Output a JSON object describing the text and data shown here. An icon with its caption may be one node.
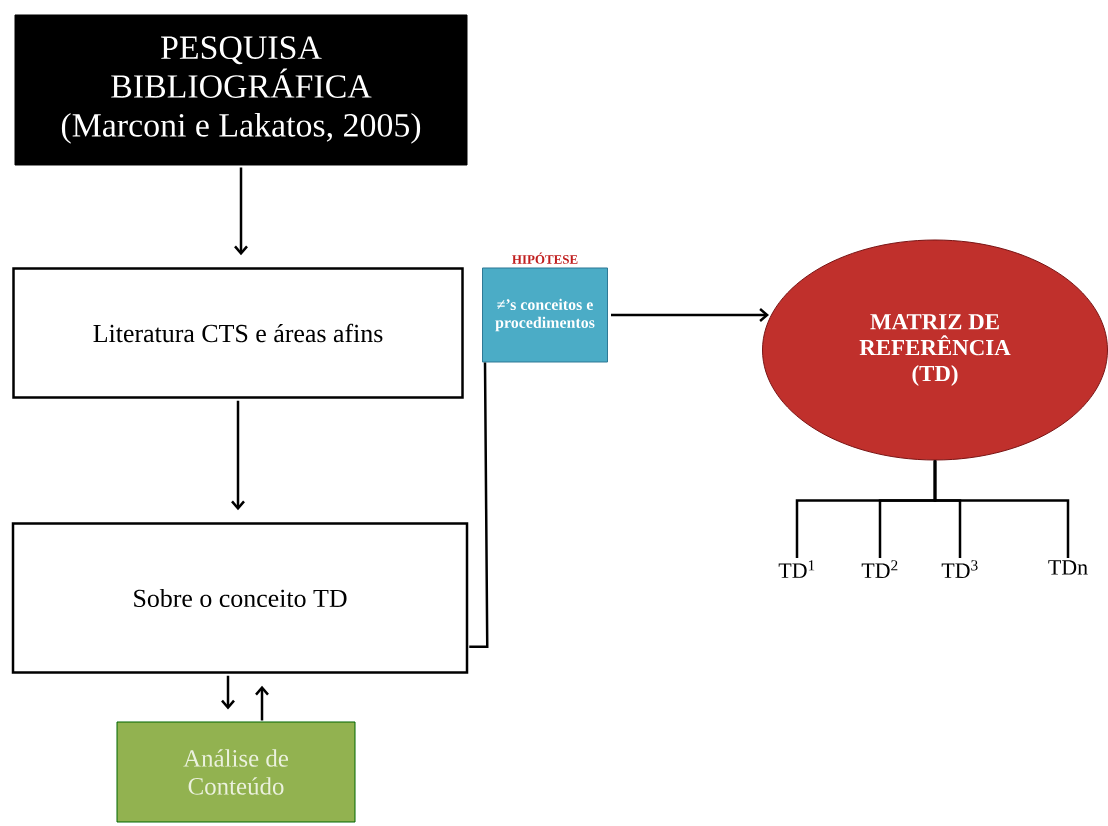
{
  "diagram": {
    "nodes": [
      {
        "text": [
          "PESQUISA BIBLIOGRÁFICA (Marconi e Lakatos, 2005)"
        ]
      },
      {
        "text": [
          "Literatura CTS e áreas afins"
        ]
      },
      {
        "text": [
          "Sobre o conceito TD"
        ]
      },
      {
        "text": [
          "Análise de Conteúdo"
        ]
      },
      {
        "text": [
          "HIPÓTESE",
          "≠’s conceitos e procedimentos"
        ]
      },
      {
        "text": [
          "MATRIZ DE REFERÊNCIA (TD)"
        ]
      },
      {
        "text": [
          "TD$^{1}$"
        ]
      },
      {
        "text": [
          "TD$^{2}$"
        ]
      },
      {
        "text": [
          "TD$^{3}$"
        ]
      },
      {
        "text": [
          "TDn"
        ]
      }
    ],
    "edges": [
      {
        "from": 0,
        "to": 1,
        "arrow": "to"
      },
      {
        "from": 1,
        "to": 2,
        "arrow": "to"
      },
      {
        "from": 2,
        "to": 3,
        "arrow": "to"
      },
      {
        "from": 3,
        "to": 2,
        "arrow": "to"
      },
      {
        "from": 2,
        "to": 4,
        "arrow": "none"
      },
      {
        "from": 4,
        "to": 5,
        "arrow": "to"
      },
      {
        "from": 5,
        "to": 6,
        "arrow": "none"
      },
      {
        "from": 5,
        "to": 7,
        "arrow": "none"
      },
      {
        "from": 5,
        "to": 8,
        "arrow": "none"
      },
      {
        "from": 5,
        "to": 9,
        "arrow": "none"
      }
    ]
  }
}
